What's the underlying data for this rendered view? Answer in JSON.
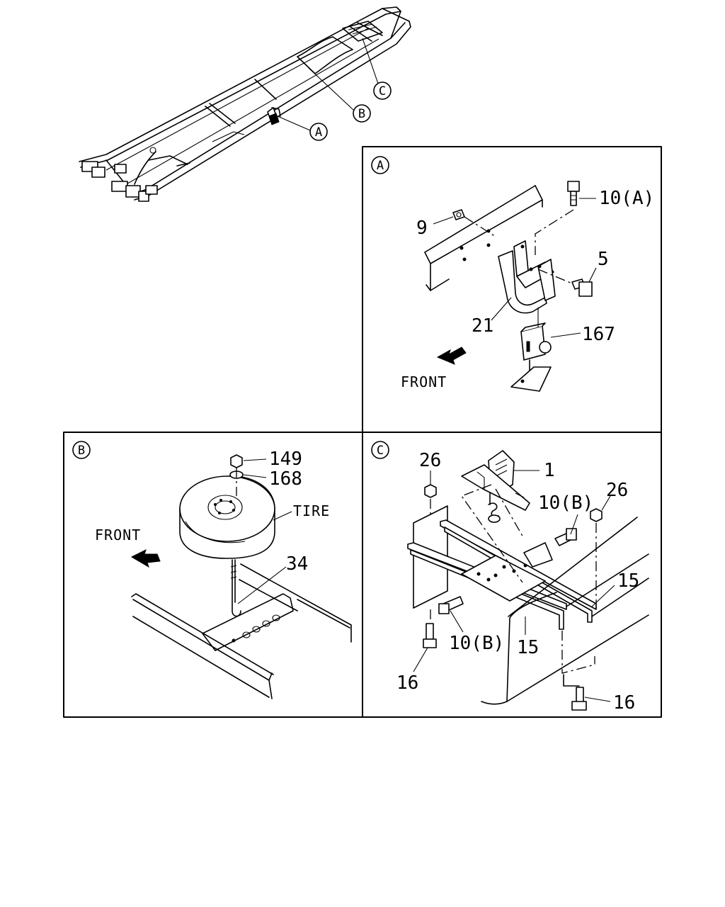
{
  "callouts": {
    "a": "A",
    "b": "B",
    "c": "C"
  },
  "panel_a": {
    "tag": "A",
    "labels": {
      "p10a": "10(A)",
      "p9": "9",
      "p5": "5",
      "p21": "21",
      "p167": "167"
    },
    "front": "FRONT"
  },
  "panel_b": {
    "tag": "B",
    "labels": {
      "p149": "149",
      "p168": "168",
      "tire": "TIRE",
      "p34": "34"
    },
    "front": "FRONT"
  },
  "panel_c": {
    "tag": "C",
    "labels": {
      "p26a": "26",
      "p1": "1",
      "p10b_top": "10(B)",
      "p26b": "26",
      "p15_right": "15",
      "p10b_bottom": "10(B)",
      "p15_bottom": "15",
      "p16_left": "16",
      "p16_right": "16"
    }
  },
  "icons": [
    "front-arrow-icon"
  ]
}
